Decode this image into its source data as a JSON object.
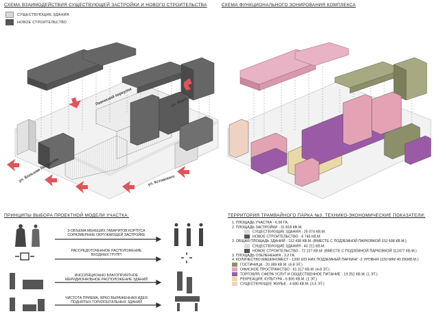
{
  "left_panel": {
    "title": "Схема взаимодействия существующей застройки и нового строительства",
    "legend": [
      {
        "label": "Существующие здания",
        "color": "#d9d9d9"
      },
      {
        "label": "Новое строительство",
        "color": "#555555"
      }
    ],
    "streets": {
      "pevchesky": "Певческий переулок",
      "mira": "ул. Мира",
      "bolshaya_posadskaya": "ул. Большая Посадская",
      "kuybysheva": "ул. Кстовского"
    }
  },
  "right_panel": {
    "title": "Схема функционального зонирования комплекса"
  },
  "principles": {
    "title": "Принципы выбора проектной модели участка:",
    "items": [
      {
        "text": [
          "3-объема меньших габаритов корпуса",
          "соразмерные окружающей застройке"
        ]
      },
      {
        "text": [
          "рассредоточенное расположение",
          "входных групп"
        ]
      },
      {
        "text": [
          "инсоляционно благоприятное",
          "меридиональное расположение зданий"
        ]
      },
      {
        "text": [
          "чистота приема, ярко выраженная идея",
          "поднятых горизонтальных зданий"
        ]
      }
    ]
  },
  "tep": {
    "title": "Территория трамвайного парка №3. Технико-экономические показатели:",
    "rows": [
      {
        "text": "1. Площадь участка - 6.56 га."
      },
      {
        "text": "2. Площадь застройки - 31 818 кв.м."
      },
      {
        "text": "существующие здания - 25 074 кв.м.",
        "swatch": "#d9d9d9"
      },
      {
        "text": "новое строительство - 6 745 кв.м.",
        "swatch": "#555555"
      },
      {
        "text": "3. Общая площадь зданий - 112 438 кв.м. (вместе с подземной парковкой 152 698 кв.м.)"
      },
      {
        "text": "существующие здания - 40 211 кв.м.",
        "swatch": "#d9d9d9"
      },
      {
        "text": "новое строительство - 72 227 кв.м. (вместе с подземной парковкой 112477 кв.м.)",
        "swatch": "#555555"
      },
      {
        "text": "3. Площадь озеленения - 3.2 га."
      },
      {
        "text": "4. Количество машиномест - 1200 (из них подземный паркинг -2 уровня 1150 м/м 40 250кв.м.)"
      },
      {
        "text": "Гостиница - 20 389 кв.м. (4-8 эт.)",
        "swatch": "#8c8f6a"
      },
      {
        "text": "офисное пространство - 61 317 кв.м. (4-8 эт.)",
        "swatch": "#e3a3b5"
      },
      {
        "text": "торговля, сфера услуг и общественное питание - 19 252 кв.м. (1 эт.)",
        "swatch": "#9b5aa6"
      },
      {
        "text": "рекреация, культура - 6 800 кв.м. (1 эт.)",
        "swatch": "#e9d9a6"
      },
      {
        "text": "существующее жилье - 4 680 кв.м. (3-5 эт.)",
        "swatch": "#f0d2c3"
      }
    ]
  }
}
